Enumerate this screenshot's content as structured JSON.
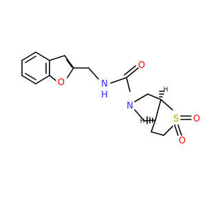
{
  "colors": {
    "bond": "#000000",
    "nitrogen": "#2a2aff",
    "oxygen": "#ff0000",
    "sulfur": "#b3a600",
    "background": "#ffffff"
  },
  "atoms": {
    "furan_oxygen": "O",
    "amide_nitrogen_n": "N",
    "amide_nitrogen_h": "H",
    "carbonyl_oxygen": "O",
    "ring_nitrogen": "N",
    "sulfur": "S",
    "sulfone_oxygen_right": "O",
    "sulfone_oxygen_bottom": "O",
    "stereo_h_top": "H",
    "stereo_h_left": "H"
  }
}
